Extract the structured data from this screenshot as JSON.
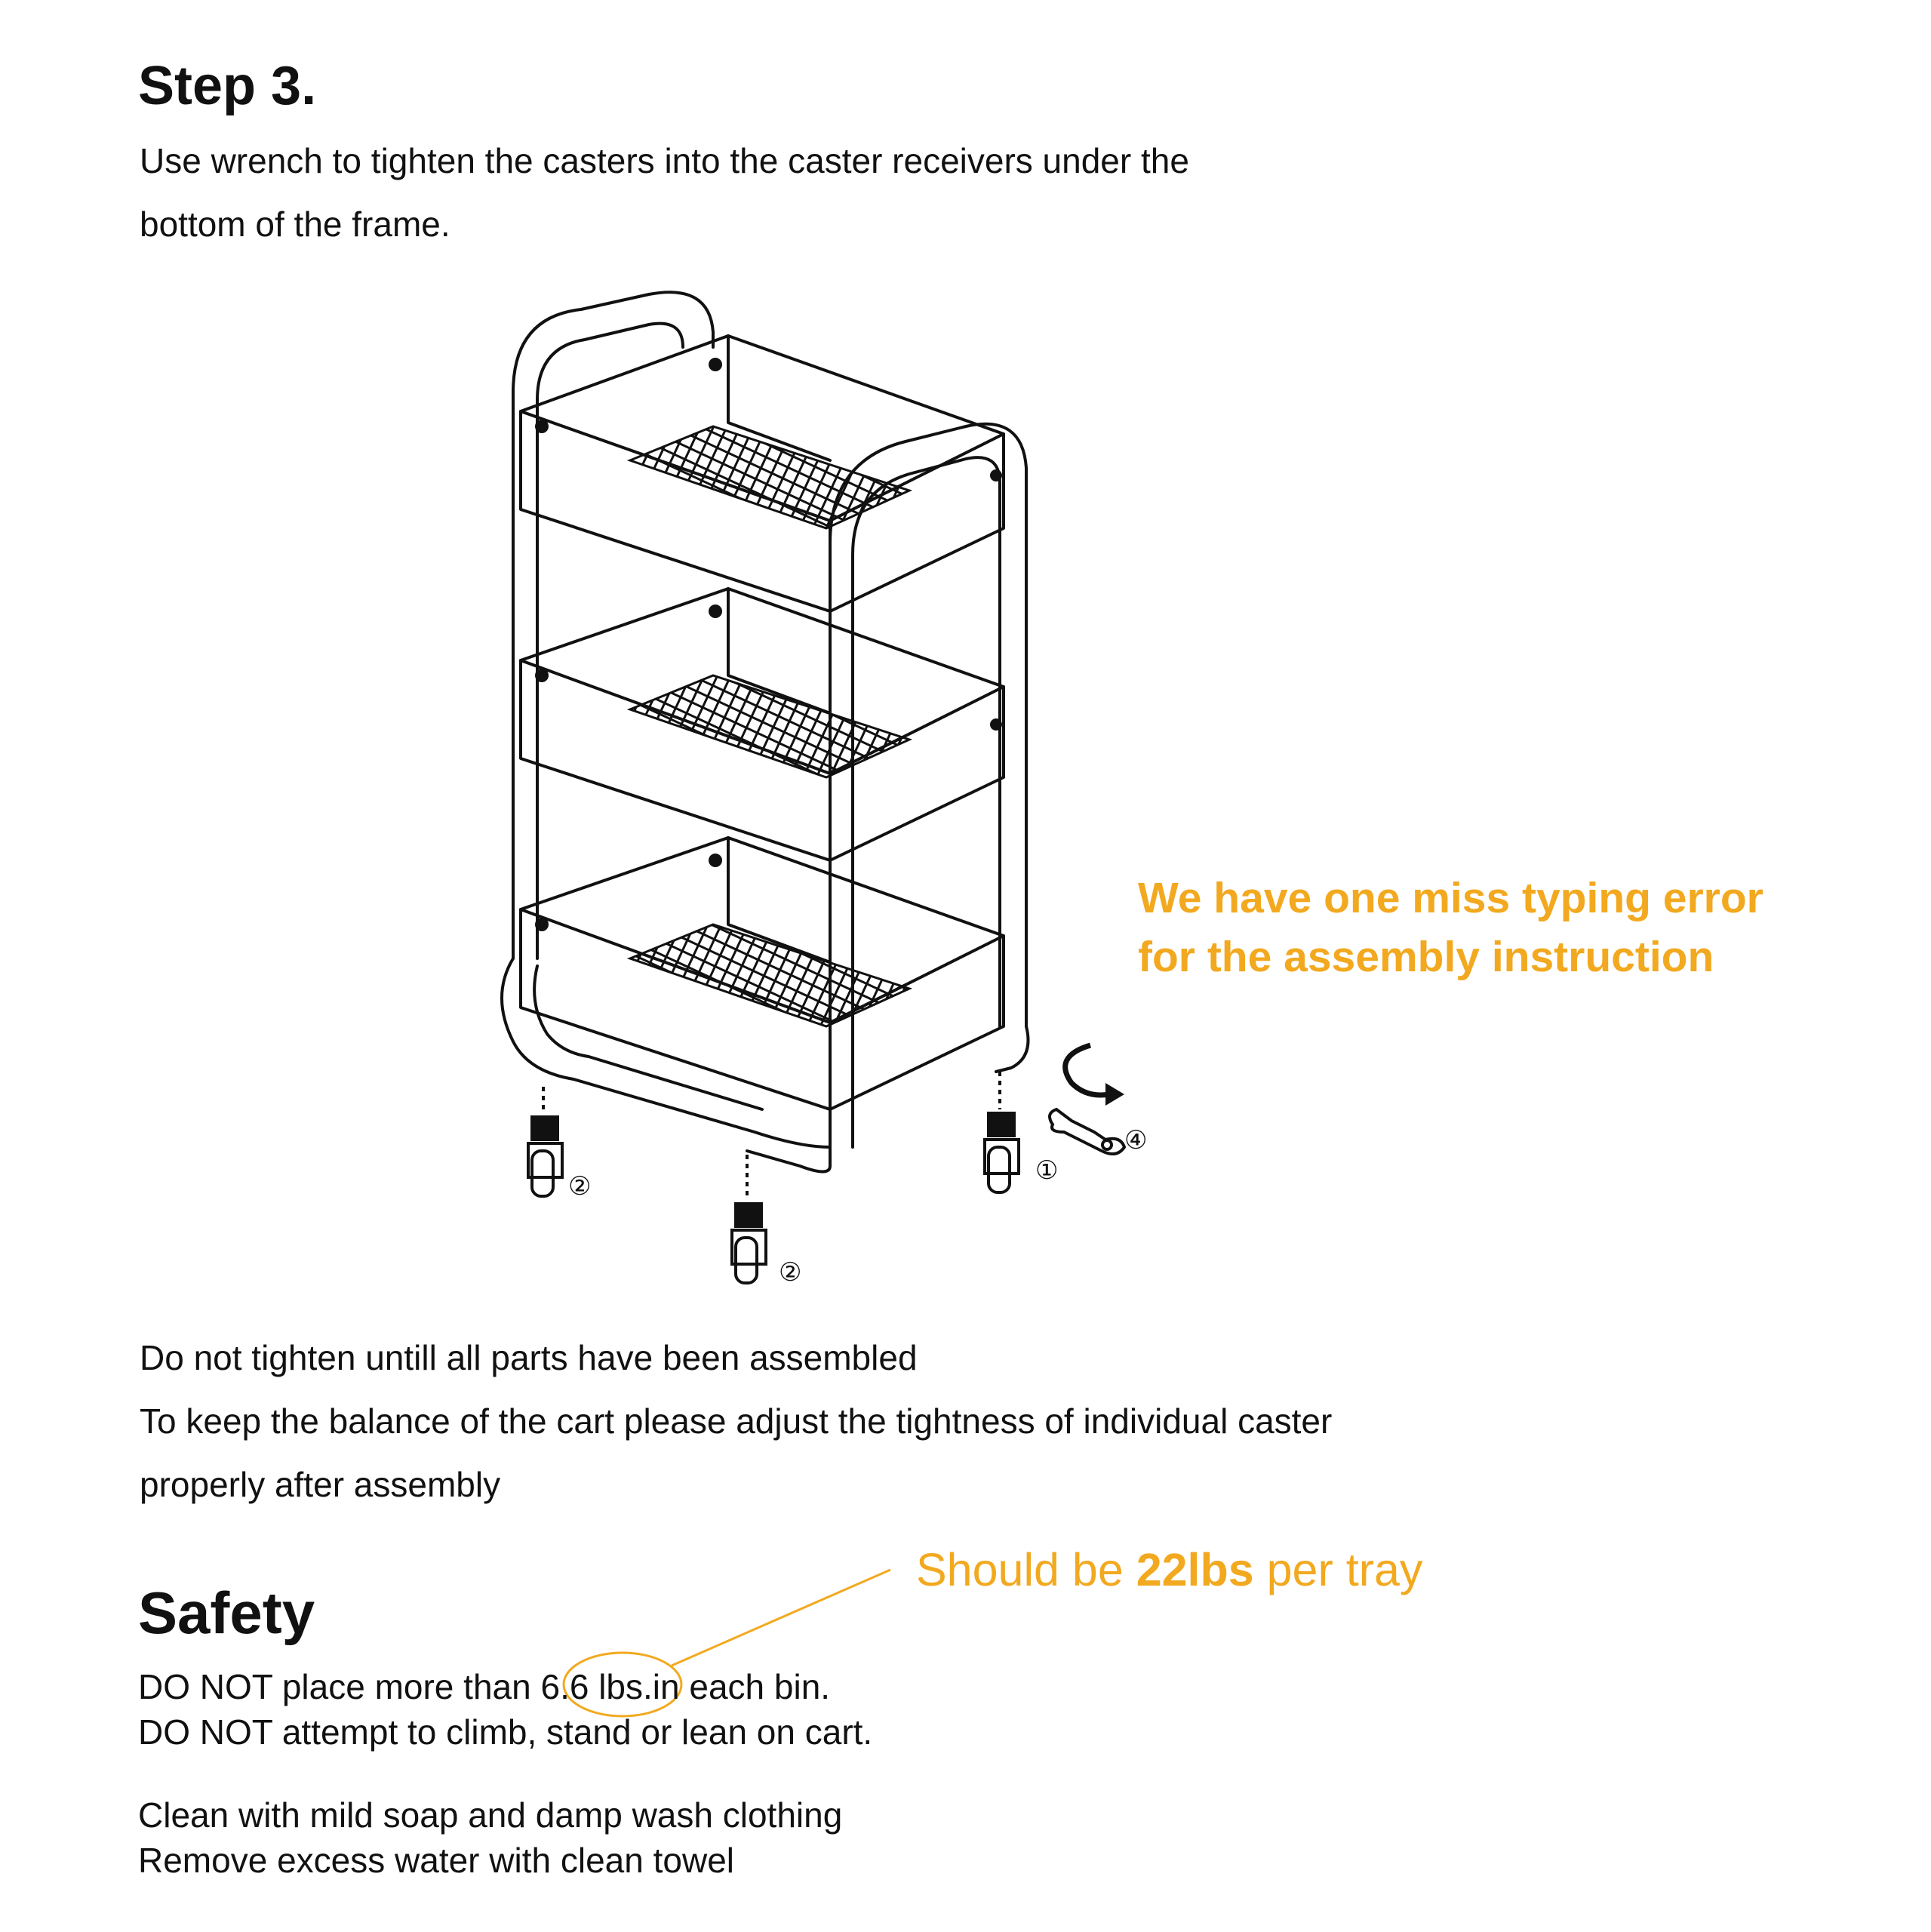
{
  "step": {
    "title": "Step 3.",
    "desc_line1": "Use wrench to tighten the casters into the caster receivers under the",
    "desc_line2": "bottom of the frame."
  },
  "diagram": {
    "callouts": [
      "①",
      "②",
      "②",
      "④"
    ],
    "icons": [
      "cart-icon",
      "caster-icon",
      "wrench-icon",
      "rotate-arrow-icon"
    ]
  },
  "error_note": {
    "line1": "We have one miss typing error",
    "line2": "for the assembly instruction"
  },
  "instructions": {
    "line1": "Do not tighten untill all parts have been assembled",
    "line2": "To keep the balance of the cart please adjust the tightness of individual caster",
    "line3": "properly after assembly"
  },
  "correction": {
    "prefix": "Should be ",
    "value": "22lbs",
    "suffix": " per tray"
  },
  "safety": {
    "title": "Safety",
    "line1_prefix": "DO NOT place more than ",
    "line1_value": "6.6 lbs.",
    "line1_suffix": "in each bin.",
    "line2": "DO NOT attempt to climb, stand or lean on cart.",
    "care_line1": "Clean with mild soap and damp wash clothing",
    "care_line2": "Remove excess water with clean towel"
  },
  "colors": {
    "accent": "#f2a91f",
    "text": "#111111"
  }
}
